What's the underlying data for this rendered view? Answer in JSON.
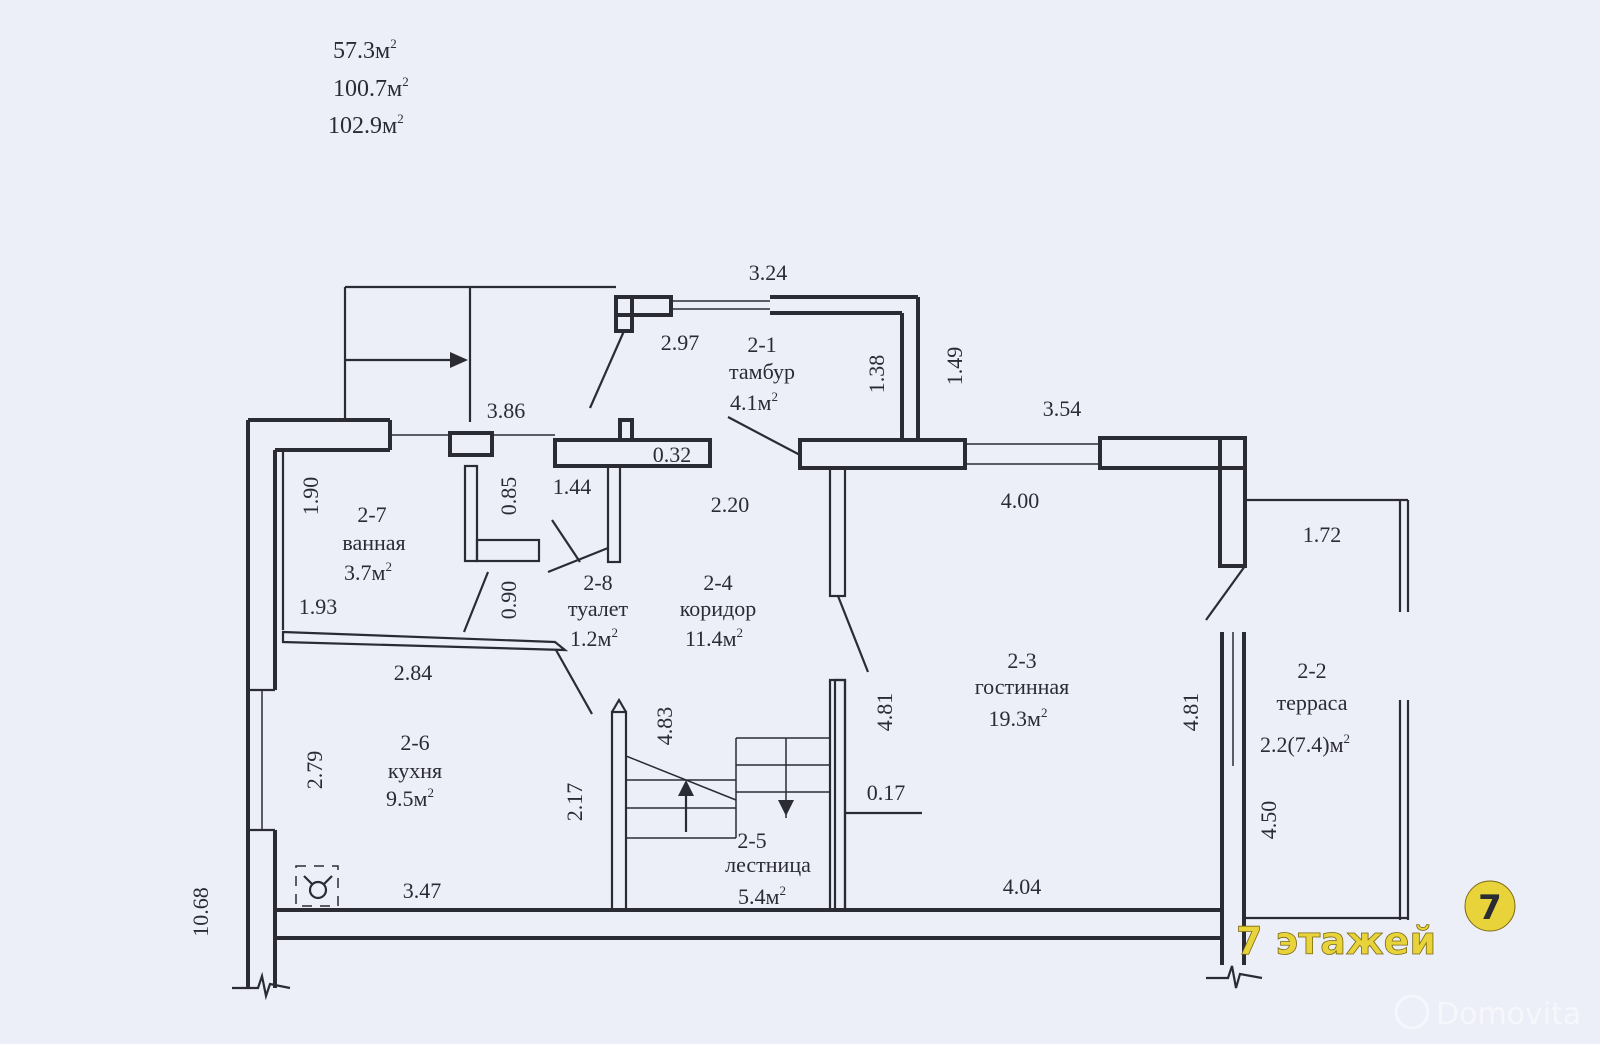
{
  "areas": {
    "line1": "57.3м",
    "line2": "100.7м",
    "line3": "102.9м",
    "sup": "2"
  },
  "rooms": [
    {
      "id": "2-1",
      "name": "тамбур",
      "area": "4.1м"
    },
    {
      "id": "2-2",
      "name": "терраса",
      "area": "2.2(7.4)м"
    },
    {
      "id": "2-3",
      "name": "гостинная",
      "area": "19.3м"
    },
    {
      "id": "2-4",
      "name": "коридор",
      "area": "11.4м"
    },
    {
      "id": "2-5",
      "name": "лестница",
      "area": "5.4м"
    },
    {
      "id": "2-6",
      "name": "кухня",
      "area": "9.5м"
    },
    {
      "id": "2-7",
      "name": "ванная",
      "area": "3.7м"
    },
    {
      "id": "2-8",
      "name": "туалет",
      "area": "1.2м"
    }
  ],
  "dimensions": {
    "d324": "3.24",
    "d297": "2.97",
    "d138": "1.38",
    "d149": "1.49",
    "d386": "3.86",
    "d354": "3.54",
    "d032": "0.32",
    "d190": "1.90",
    "d085": "0.85",
    "d144": "1.44",
    "d220": "2.20",
    "d400": "4.00",
    "d172": "1.72",
    "d193": "1.93",
    "d090": "0.90",
    "d284": "2.84",
    "d483": "4.83",
    "d481a": "4.81",
    "d481b": "4.81",
    "d279": "2.79",
    "d217": "2.17",
    "d017": "0.17",
    "d450": "4.50",
    "d347": "3.47",
    "d404": "4.04",
    "d1068": "10.68"
  },
  "watermark": {
    "brand": "7 этажей",
    "logo_digit": "7",
    "site": "Domovita"
  },
  "colors": {
    "background": "#eceef8",
    "ink": "#2b2b33",
    "brand_yellow": "#e8d33a"
  }
}
